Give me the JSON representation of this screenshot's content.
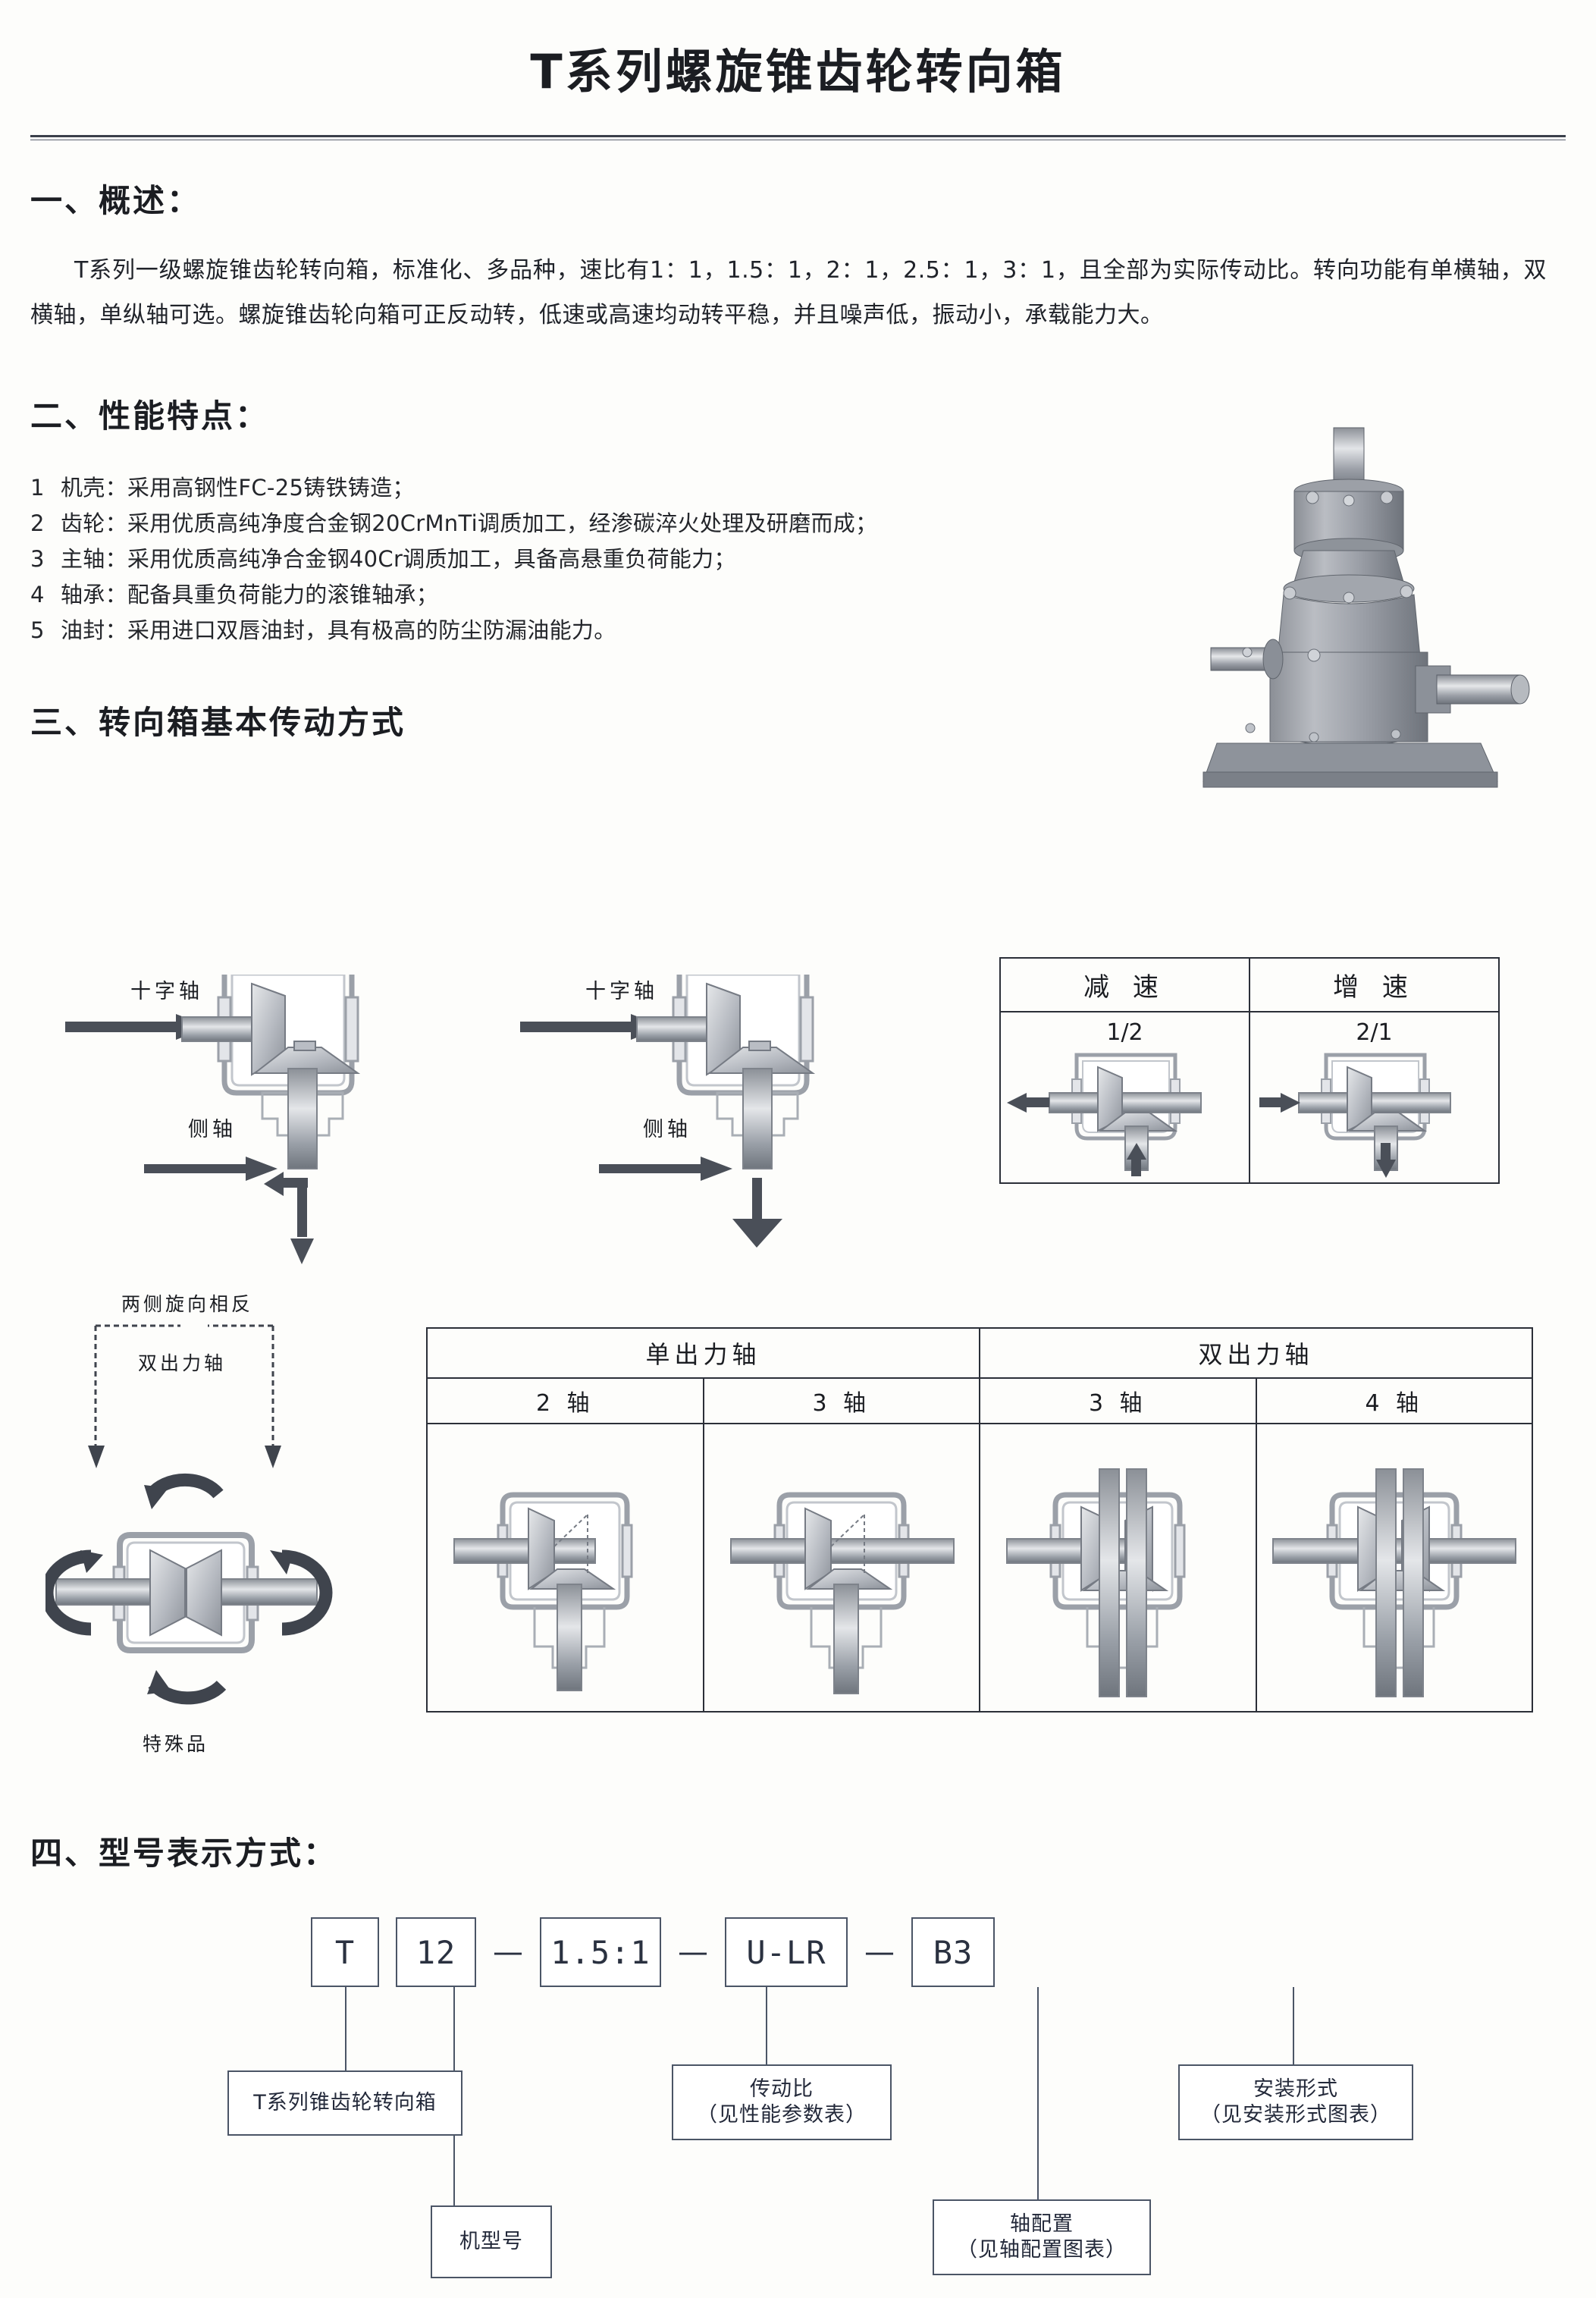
{
  "document": {
    "title": "T系列螺旋锥齿轮转向箱"
  },
  "section1": {
    "heading": "一、概述：",
    "paragraph": "T系列一级螺旋锥齿轮转向箱，标准化、多品种，速比有1：1，1.5：1，2：1，2.5：1，3：1，且全部为实际传动比。转向功能有单横轴，双横轴，单纵轴可选。螺旋锥齿轮向箱可正反动转，低速或高速均动转平稳，并且噪声低，振动小，承载能力大。"
  },
  "section2": {
    "heading": "二、性能特点：",
    "items": [
      {
        "num": "1",
        "text": "机壳：采用高钢性FC-25铸铁铸造；"
      },
      {
        "num": "2",
        "text": "齿轮：采用优质高纯净度合金钢20CrMnTi调质加工，经渗碳淬火处理及研磨而成；"
      },
      {
        "num": "3",
        "text": "主轴：采用优质高纯净合金钢40Cr调质加工，具备高悬重负荷能力；"
      },
      {
        "num": "4",
        "text": "轴承：配备具重负荷能力的滚锥轴承；"
      },
      {
        "num": "5",
        "text": "油封：采用进口双唇油封，具有极高的防尘防漏油能力。"
      }
    ]
  },
  "section3": {
    "heading": "三、转向箱基本传动方式",
    "diagram_a": {
      "input_label": "十字轴",
      "side_label": "侧轴"
    },
    "diagram_b": {
      "input_label": "十字轴",
      "side_label": "侧轴"
    },
    "speed_table": {
      "headers": [
        "减 速",
        "增 速"
      ],
      "ratios": [
        "1/2",
        "2/1"
      ]
    },
    "special": {
      "top_label": "两侧旋向相反",
      "mid_label": "双出力轴",
      "bottom_label": "特殊品"
    },
    "shaft_table": {
      "group_headers": [
        {
          "label": "单出力轴",
          "span": 2
        },
        {
          "label": "双出力轴",
          "span": 2
        }
      ],
      "sub_headers": [
        "2 轴",
        "3 轴",
        "3 轴",
        "4 轴"
      ]
    }
  },
  "section4": {
    "heading": "四、型号表示方式：",
    "code_parts": [
      "T",
      "12",
      "1.5:1",
      "U-LR",
      "B3"
    ],
    "separator": "—",
    "descriptions": {
      "series": "T系列锥齿轮转向箱",
      "model_no": "机型号",
      "ratio_line1": "传动比",
      "ratio_line2": "（见性能参数表）",
      "shaft_line1": "轴配置",
      "shaft_line2": "（见轴配置图表）",
      "mount_line1": "安装形式",
      "mount_line2": "（见安装形式图表）"
    }
  },
  "colors": {
    "ink": "#1b1d22",
    "rule": "#3a3f4a",
    "box_border": "#4b5566",
    "metal_light": "#d5d8dd",
    "metal_mid": "#a8acb4",
    "metal_dark": "#6c717a"
  }
}
